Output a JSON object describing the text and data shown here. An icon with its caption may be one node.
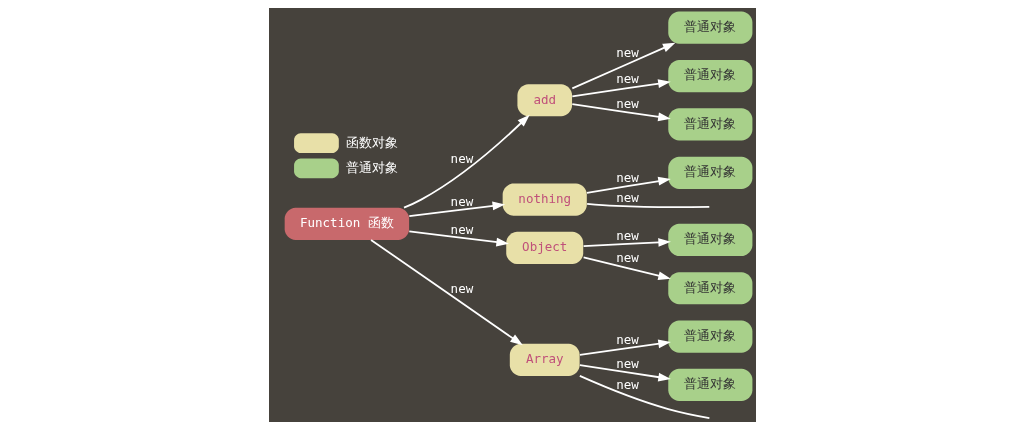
{
  "diagram": {
    "nodes": [
      {
        "text": [
          "Function 函数"
        ]
      },
      {
        "text": [
          "add"
        ]
      },
      {
        "text": [
          "nothing"
        ]
      },
      {
        "text": [
          "Object"
        ]
      },
      {
        "text": [
          "Array"
        ]
      },
      {
        "text": [
          "普通对象"
        ]
      },
      {
        "text": [
          "普通对象"
        ]
      },
      {
        "text": [
          "普通对象"
        ]
      },
      {
        "text": [
          "普通对象"
        ]
      },
      {
        "text": [
          "普通对象"
        ]
      },
      {
        "text": [
          "普通对象"
        ]
      },
      {
        "text": [
          "普通对象"
        ]
      },
      {
        "text": [
          "普通对象"
        ]
      }
    ],
    "edges": [
      {
        "from": 0,
        "to": 1,
        "arrow": "to",
        "label": "new"
      },
      {
        "from": 0,
        "to": 2,
        "arrow": "to",
        "label": "new"
      },
      {
        "from": 0,
        "to": 3,
        "arrow": "to",
        "label": "new"
      },
      {
        "from": 0,
        "to": 4,
        "arrow": "to",
        "label": "new"
      },
      {
        "from": 1,
        "to": 5,
        "arrow": "to",
        "label": "new"
      },
      {
        "from": 1,
        "to": 6,
        "arrow": "to",
        "label": "new"
      },
      {
        "from": 1,
        "to": 7,
        "arrow": "to",
        "label": "new"
      },
      {
        "from": 2,
        "to": 8,
        "arrow": "to",
        "label": "new"
      },
      {
        "from": 2,
        "to": null,
        "arrow": "none",
        "label": "new"
      },
      {
        "from": 3,
        "to": 9,
        "arrow": "to",
        "label": "new"
      },
      {
        "from": 3,
        "to": 10,
        "arrow": "to",
        "label": "new"
      },
      {
        "from": 4,
        "to": 11,
        "arrow": "to",
        "label": "new"
      },
      {
        "from": 4,
        "to": 12,
        "arrow": "to",
        "label": "new"
      },
      {
        "from": 4,
        "to": null,
        "arrow": "none",
        "label": "new"
      }
    ],
    "legend": [
      {
        "text": "函数对象",
        "color": "#e8e0a8"
      },
      {
        "text": "普通对象",
        "color": "#a8d08a"
      }
    ]
  }
}
